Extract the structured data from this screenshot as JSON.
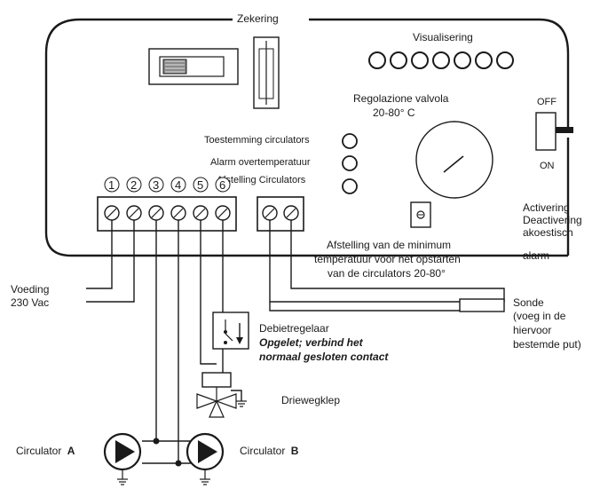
{
  "labels": {
    "fuse": "Zekering",
    "visualisation": "Visualisering",
    "valve_title": "Regolazione valvola",
    "valve_range": "20-80° C",
    "toggle_off": "OFF",
    "toggle_on": "ON",
    "activation": [
      "Activering",
      "Deactivering",
      "akoestisch",
      "alarm"
    ],
    "led_circulators": "Toestemming circulators",
    "led_overtemp": "Alarm overtemperatuur",
    "led_setting": "Afstelling Circulators",
    "terminals": [
      "1",
      "2",
      "3",
      "4",
      "5",
      "6"
    ],
    "min_temp": [
      "Afstelling van de minimum",
      "temperatuur voor het opstarten",
      "van de circulators 20-80°"
    ],
    "power": [
      "Voeding",
      "230 Vac"
    ],
    "probe": [
      "Sonde",
      "(voeg in de",
      "hiervoor",
      "bestemde put)"
    ],
    "flow_switch": "Debietregelaar",
    "warning": [
      "Opgelet; verbind het",
      "normaal gesloten contact"
    ],
    "three_way_valve": "Driewegklep",
    "circulator_a": "Circulator",
    "circulator_a_letter": "A",
    "circulator_b": "Circulator",
    "circulator_b_letter": "B"
  },
  "colors": {
    "line": "#1a1a1a",
    "led_fill": "#ffffff",
    "background": "#ffffff"
  }
}
